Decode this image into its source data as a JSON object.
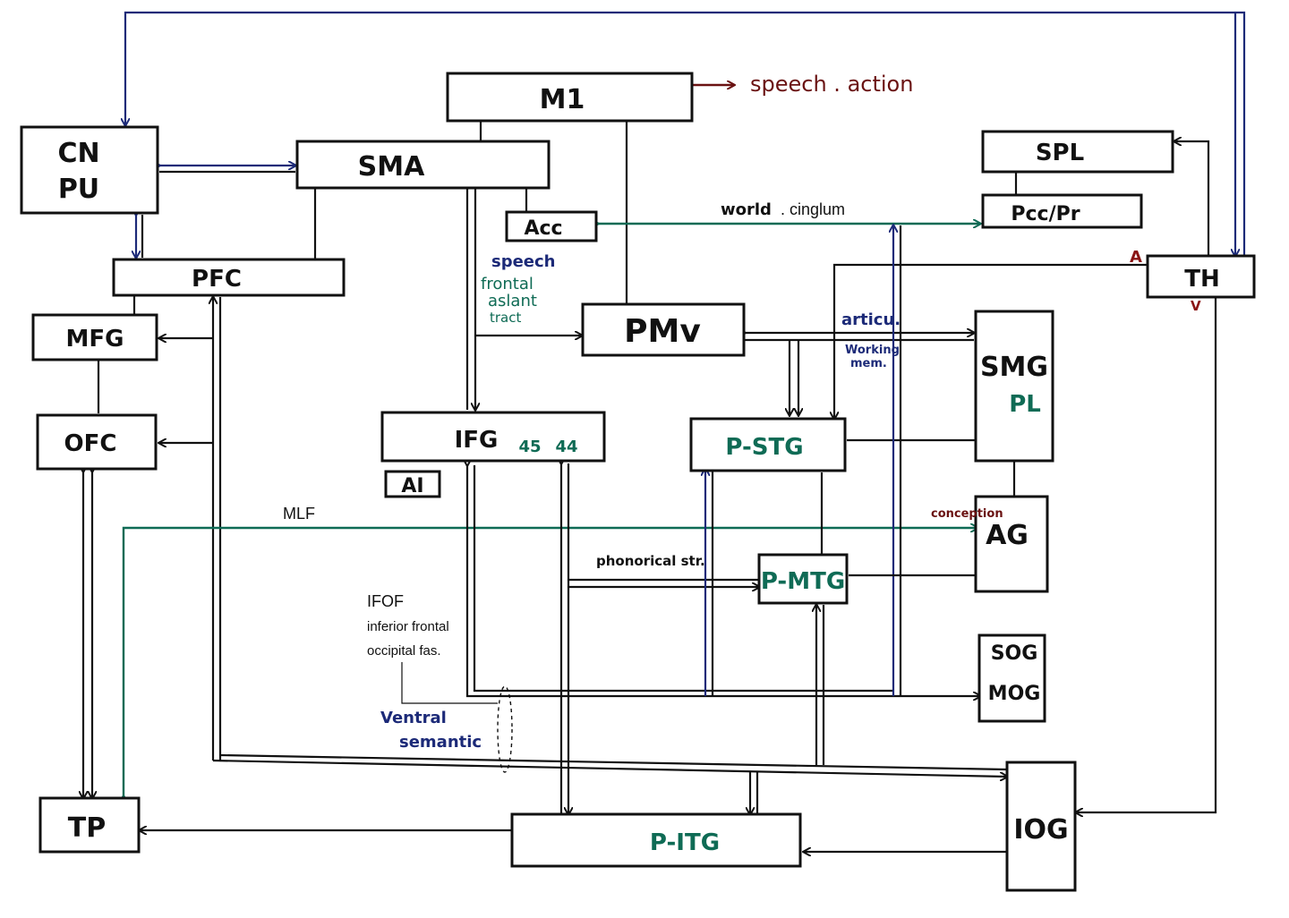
{
  "nodes": {
    "m1": "M1",
    "cn": "CN",
    "pu": "PU",
    "sma": "SMA",
    "acc": "Acc",
    "spl": "SPL",
    "pcc": "Pcc/Pr",
    "pfc": "PFC",
    "th": "TH",
    "mfg": "MFG",
    "pmv": "PMv",
    "smg": "SMG",
    "pl": "PL",
    "ofc": "OFC",
    "ifg": "IFG",
    "ifg45": "45",
    "ifg44": "44",
    "ai": "AI",
    "pstg": "P-STG",
    "ag": "AG",
    "pmtg": "P-MTG",
    "sog": "SOG",
    "mog": "MOG",
    "tp": "TP",
    "pitg": "P-ITG",
    "iog": "IOG"
  },
  "labels": {
    "speech_action": "speech . action",
    "world": "world",
    "cinglum": ". cinglum",
    "speech": "speech",
    "fat1": "frontal",
    "fat2": "aslant",
    "fat3": "tract",
    "articu": "articu.",
    "wm1": "Working",
    "wm2": "mem.",
    "a": "A",
    "v": "V",
    "mlf": "MLF",
    "conception": "conception",
    "phonon": "phonorical str.",
    "ifof1": "IFOF",
    "ifof2": "inferior frontal",
    "ifof3": "occipital fas.",
    "ventral1": "Ventral",
    "ventral2": "semantic"
  },
  "colors": {
    "black": "#111111",
    "navy": "#1c2a78",
    "teal": "#0f6b55",
    "brown": "#6a1212"
  }
}
